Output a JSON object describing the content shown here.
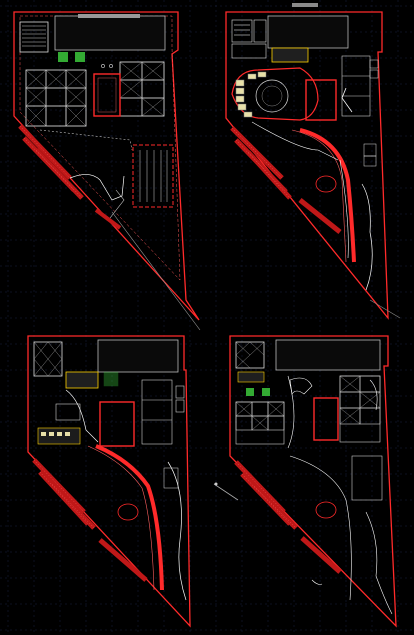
{
  "canvas": {
    "background": "#000000",
    "grid_color": "#1a2240",
    "colors": {
      "boundary": "#ff2a2a",
      "building": "#e8e8e8",
      "dim": "#7a7a7a",
      "parking": "#c01818",
      "accent": "#ffd200",
      "green": "#3cc83c",
      "cyan": "#35c8e0"
    }
  },
  "plans": [
    {
      "id": "plan-top-left",
      "variant": "A"
    },
    {
      "id": "plan-top-right",
      "variant": "B"
    },
    {
      "id": "plan-bottom-left",
      "variant": "C"
    },
    {
      "id": "plan-bottom-right",
      "variant": "D"
    }
  ]
}
